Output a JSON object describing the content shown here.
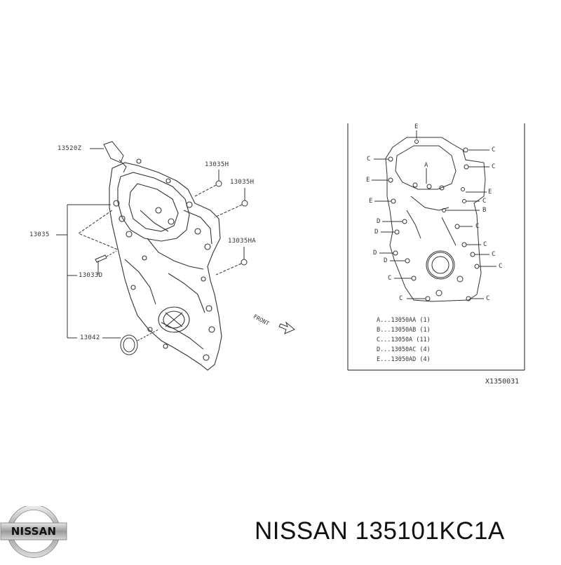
{
  "exploded_view": {
    "callouts": [
      {
        "id": "13520z",
        "text": "13520Z"
      },
      {
        "id": "13035h-1",
        "text": "13035H"
      },
      {
        "id": "13035h-2",
        "text": "13035H"
      },
      {
        "id": "13035",
        "text": "13035"
      },
      {
        "id": "13035ha",
        "text": "13035HA"
      },
      {
        "id": "13033d",
        "text": "13033D"
      },
      {
        "id": "13042",
        "text": "13042"
      }
    ],
    "front_indicator": "FRONT"
  },
  "bolt_panel": {
    "location_marks": {
      "A": "A",
      "B": "B",
      "C": "C",
      "D": "D",
      "E": "E"
    },
    "legend": [
      {
        "key": "A",
        "text": "A...13050AA (1)"
      },
      {
        "key": "B",
        "text": "B...13050AB (1)"
      },
      {
        "key": "C",
        "text": "C...13050A (11)"
      },
      {
        "key": "D",
        "text": "D...13050AC (4)"
      },
      {
        "key": "E",
        "text": "E...13050AD (4)"
      }
    ]
  },
  "diagram_code": "X1350031",
  "brand": {
    "logo_text": "NISSAN"
  },
  "caption": "NISSAN 135101KC1A"
}
